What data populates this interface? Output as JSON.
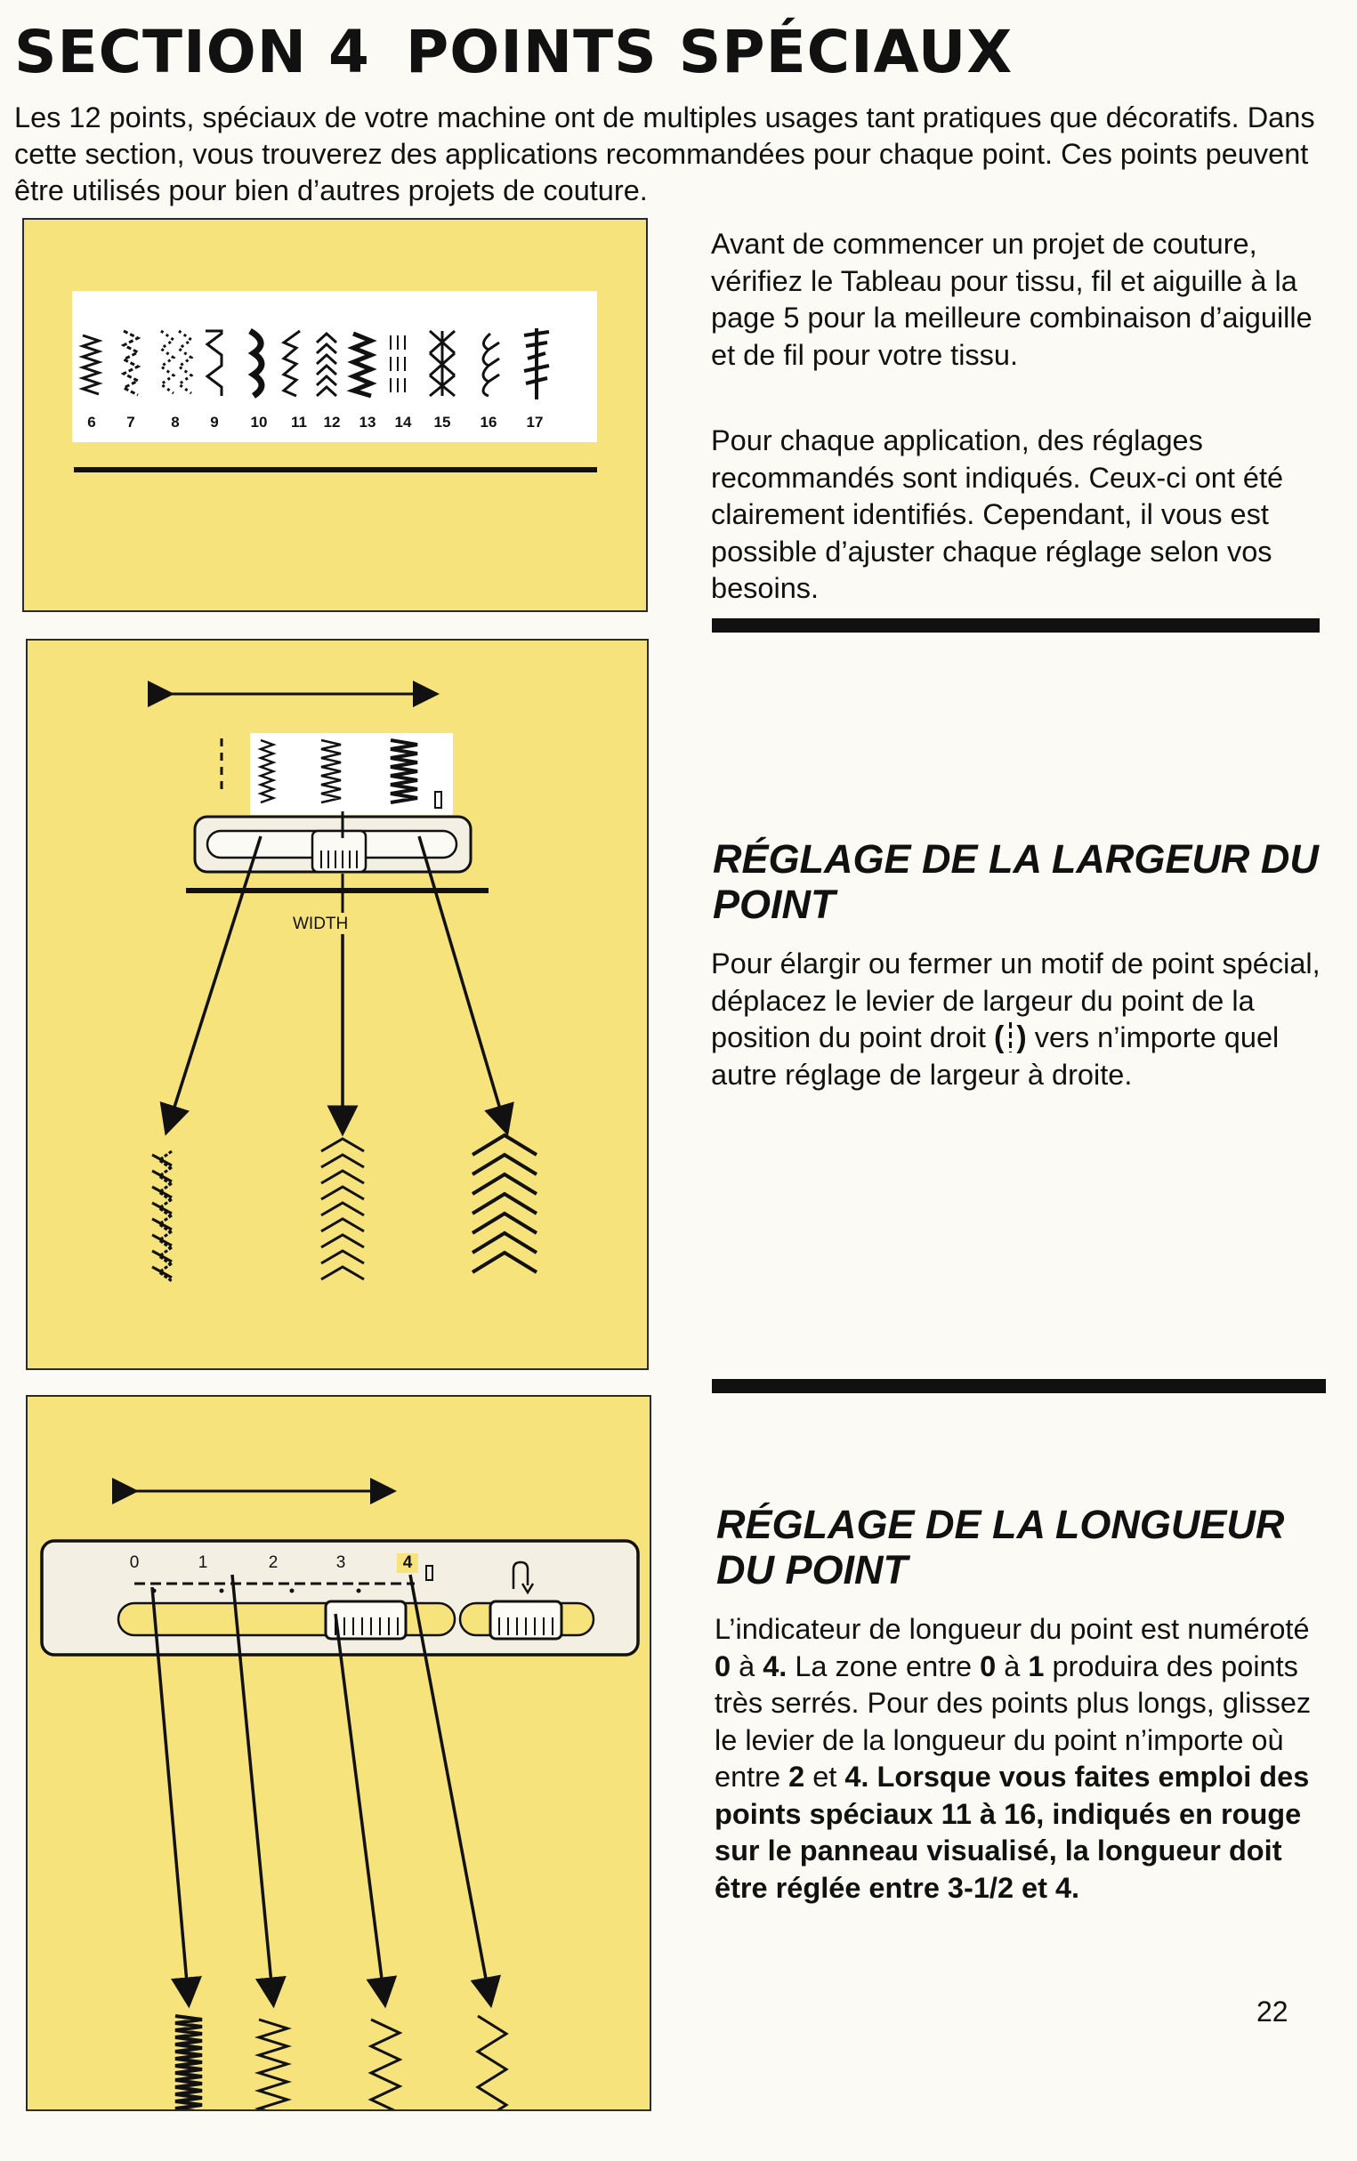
{
  "header": {
    "section": "SECTION 4",
    "title": "POINTS SPÉCIAUX"
  },
  "intro": "Les 12 points, spéciaux de votre machine ont de multiples usages tant pratiques que décoratifs. Dans cette section, vous trouverez des applications recommandées pour chaque point. Ces points peuvent être utilisés pour bien d’autres projets de couture.",
  "stitch_chart": {
    "numbers": [
      "6",
      "7",
      "8",
      "9",
      "10",
      "11",
      "12",
      "13",
      "14",
      "15",
      "16",
      "17"
    ]
  },
  "before": {
    "para1": "Avant de commencer un projet de couture, vérifiez le Tableau pour tissu, fil et aiguille à la page 5 pour la meilleure combinaison d’aiguille et de fil pour votre tissu.",
    "para2": "Pour chaque application, des réglages recommandés sont indiqués. Ceux-ci ont été clairement identifiés. Cependant, il vous est possible d’ajuster chaque réglage selon vos besoins."
  },
  "width_section": {
    "heading": "RÉGLAGE DE LA LARGEUR DU POINT",
    "text_before": "Pour élargir ou fermer un motif de point spécial, déplacez le levier de largeur du point de la position du point droit",
    "glyph_open": "(",
    "glyph_close": ")",
    "text_after": "vers n’importe quel autre réglage de largeur à droite.",
    "diagram_label": "WIDTH"
  },
  "length_section": {
    "heading": "RÉGLAGE DE LA LONGUEUR DU POINT",
    "t1": "L’indicateur de longueur du point est numéroté ",
    "b1": "0",
    "t2": " à ",
    "b2": "4.",
    "t3": " La zone entre ",
    "b3": "0",
    "t4": " à ",
    "b4": "1",
    "t5": " produira des points très serrés. Pour des points plus longs, glissez le levier de la longueur du point n’importe où entre ",
    "b5": "2",
    "t6": " et ",
    "b6": "4. Lorsque vous faites emploi des points spéciaux 11 à 16, indiqués en rouge sur le panneau visualisé, la longueur doit être réglée entre 3-1/2 et 4.",
    "scale": [
      "0",
      "1",
      "2",
      "3",
      "4"
    ]
  },
  "page_number": "22",
  "colors": {
    "panel": "#f6e37c",
    "ink": "#111111",
    "paper": "#fbfaf4"
  }
}
